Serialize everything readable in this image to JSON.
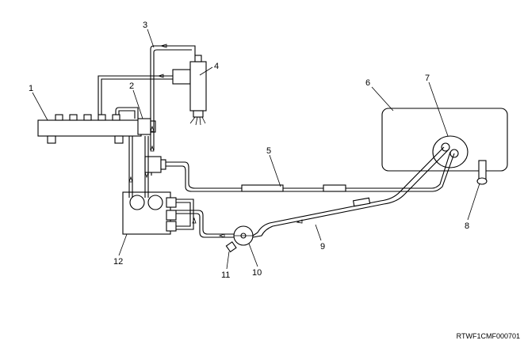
{
  "callouts": [
    {
      "id": "1",
      "text": "1"
    },
    {
      "id": "2",
      "text": "2"
    },
    {
      "id": "3",
      "text": "3"
    },
    {
      "id": "4",
      "text": "4"
    },
    {
      "id": "5",
      "text": "5"
    },
    {
      "id": "6",
      "text": "6"
    },
    {
      "id": "7",
      "text": "7"
    },
    {
      "id": "8",
      "text": "8"
    },
    {
      "id": "9",
      "text": "9"
    },
    {
      "id": "10",
      "text": "10"
    },
    {
      "id": "11",
      "text": "11"
    },
    {
      "id": "12",
      "text": "12"
    }
  ],
  "figure_code": "RTWF1CMF000701"
}
